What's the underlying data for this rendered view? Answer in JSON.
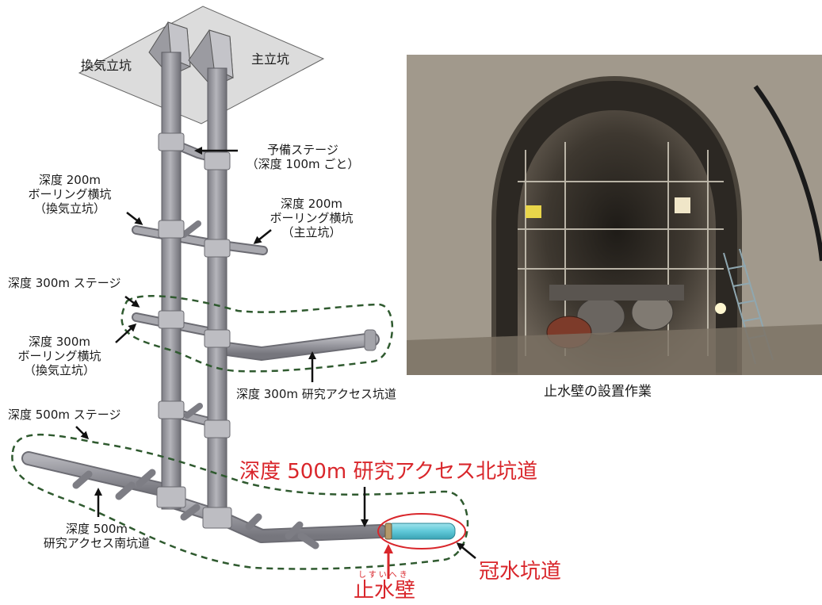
{
  "labels": {
    "shaft_vent": "換気立坑",
    "shaft_main": "主立坑",
    "stage_spare_1": "予備ステージ",
    "stage_spare_2": "（深度 100m ごと）",
    "boring200_vent_1": "深度 200m",
    "boring200_vent_2": "ボーリング横坑",
    "boring200_vent_3": "（換気立坑）",
    "boring200_main_1": "深度 200m",
    "boring200_main_2": "ボーリング横坑",
    "boring200_main_3": "（主立坑）",
    "stage300": "深度 300m ステージ",
    "boring300_1": "深度 300m",
    "boring300_2": "ボーリング横坑",
    "boring300_3": "（換気立坑）",
    "access300": "深度 300m 研究アクセス坑道",
    "stage500": "深度 500m ステージ",
    "access500s_1": "深度 500m",
    "access500s_2": "研究アクセス南坑道",
    "access500n": "深度 500m 研究アクセス北坑道",
    "flooded": "冠水坑道",
    "wall_ruby": "しすいへき",
    "wall": "止水壁"
  },
  "photo": {
    "caption": "止水壁の設置作業"
  },
  "colors": {
    "tunnel": "#8e8e94",
    "tunnel_light": "#b9b9be",
    "flooded": "#5fc8d8",
    "dashed": "#2f5a2f",
    "accent_red": "#d9262b",
    "ground_plane": "#d9d9d9"
  }
}
